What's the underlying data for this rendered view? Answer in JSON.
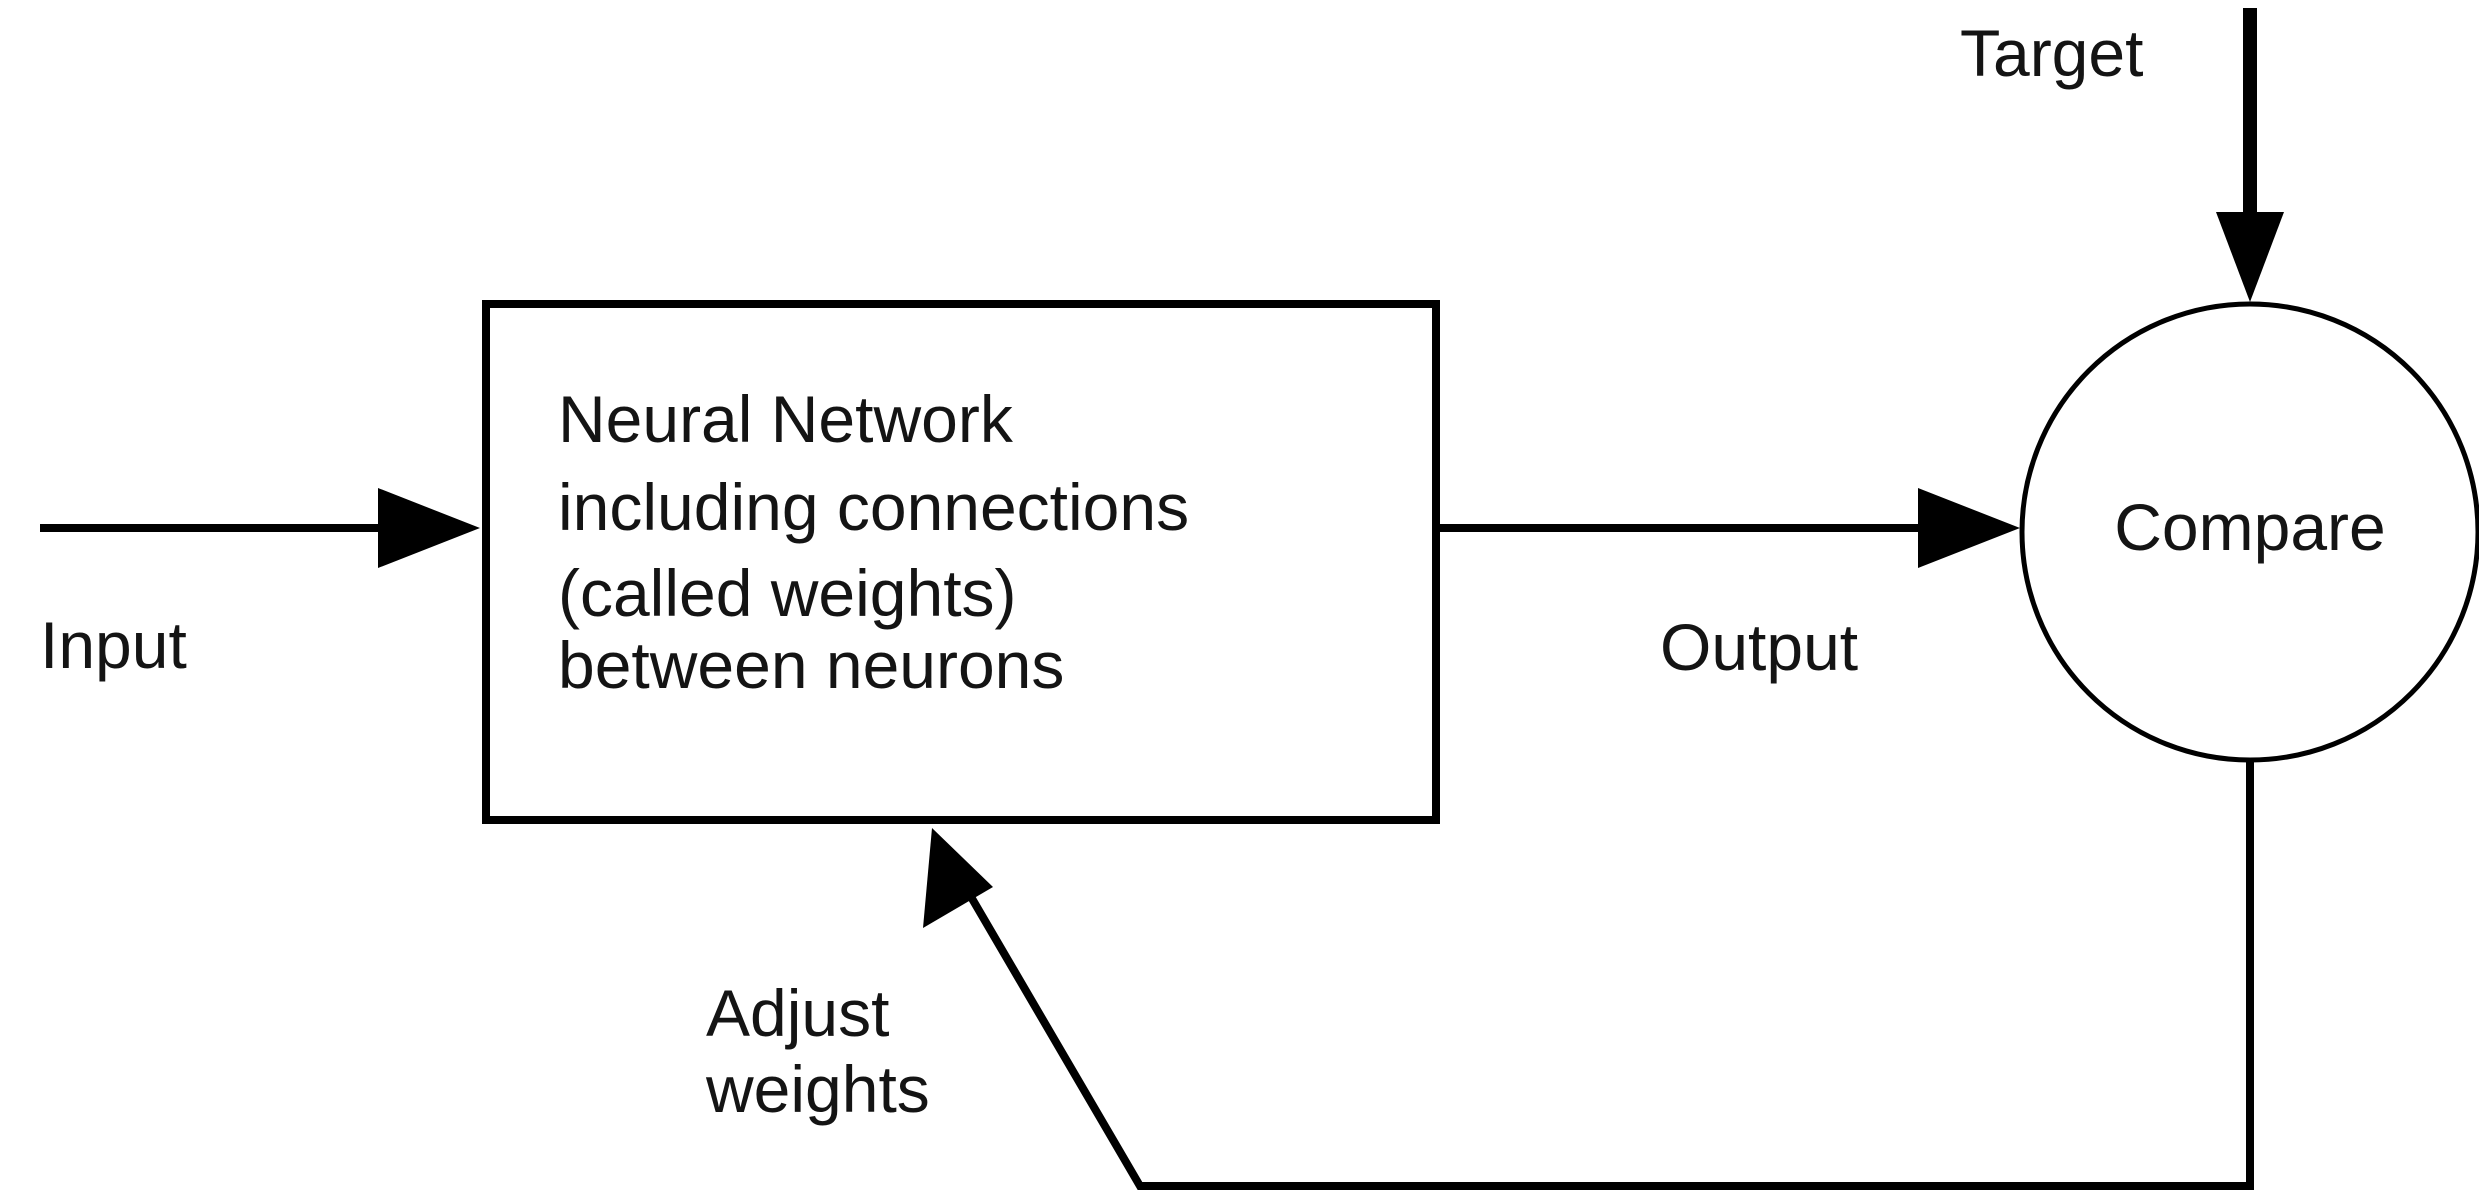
{
  "diagram": {
    "nodes": {
      "network": {
        "lines": [
          "Neural Network",
          "including connections",
          "(called weights)",
          "between neurons"
        ]
      },
      "compare": {
        "label": "Compare"
      }
    },
    "labels": {
      "input": "Input",
      "output": "Output",
      "target": "Target",
      "adjust": [
        "Adjust",
        "weights"
      ]
    },
    "edges": [
      {
        "from": "Input",
        "to": "network"
      },
      {
        "from": "network",
        "to": "compare",
        "label": "Output"
      },
      {
        "from": "Target",
        "to": "compare"
      },
      {
        "from": "compare",
        "to": "network",
        "label": "Adjust weights"
      }
    ],
    "colors": {
      "stroke": "#000000",
      "text": "#141414",
      "background": "#ffffff"
    }
  }
}
